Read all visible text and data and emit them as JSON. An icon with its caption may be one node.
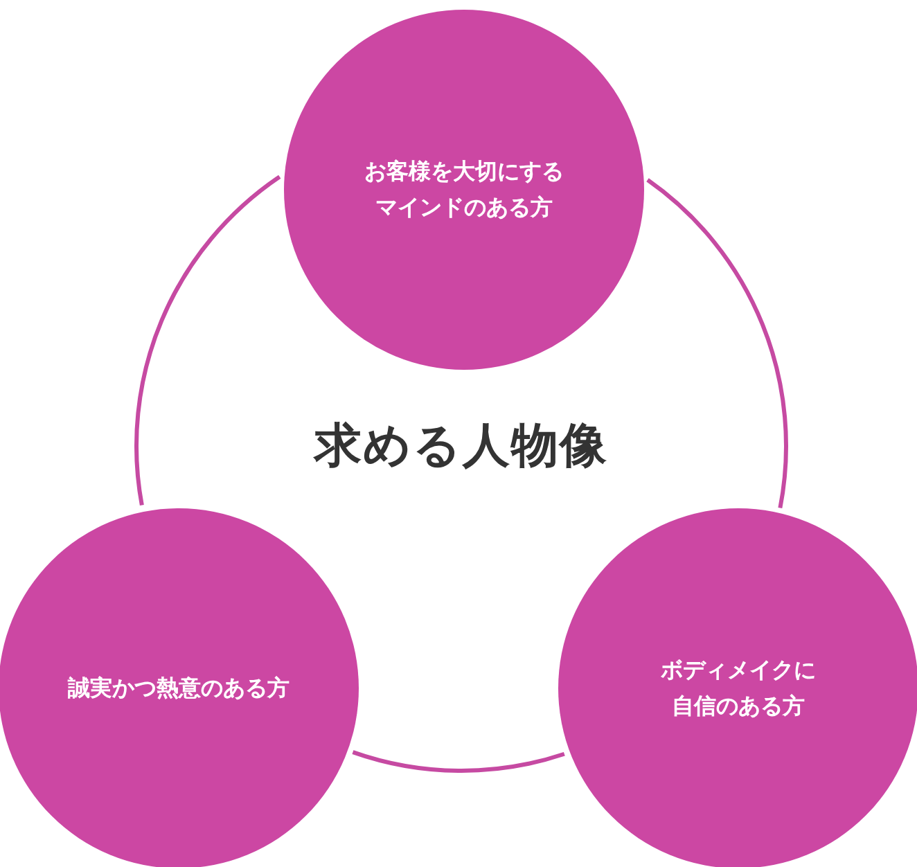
{
  "diagram": {
    "nodes": [
      {
        "text": [
          "求める人物像"
        ]
      },
      {
        "text": [
          "お客様を大切にするマインドのある方"
        ]
      },
      {
        "text": [
          "誠実かつ熱意のある方"
        ]
      },
      {
        "text": [
          "ボディメイクに自信のある方"
        ]
      }
    ]
  }
}
